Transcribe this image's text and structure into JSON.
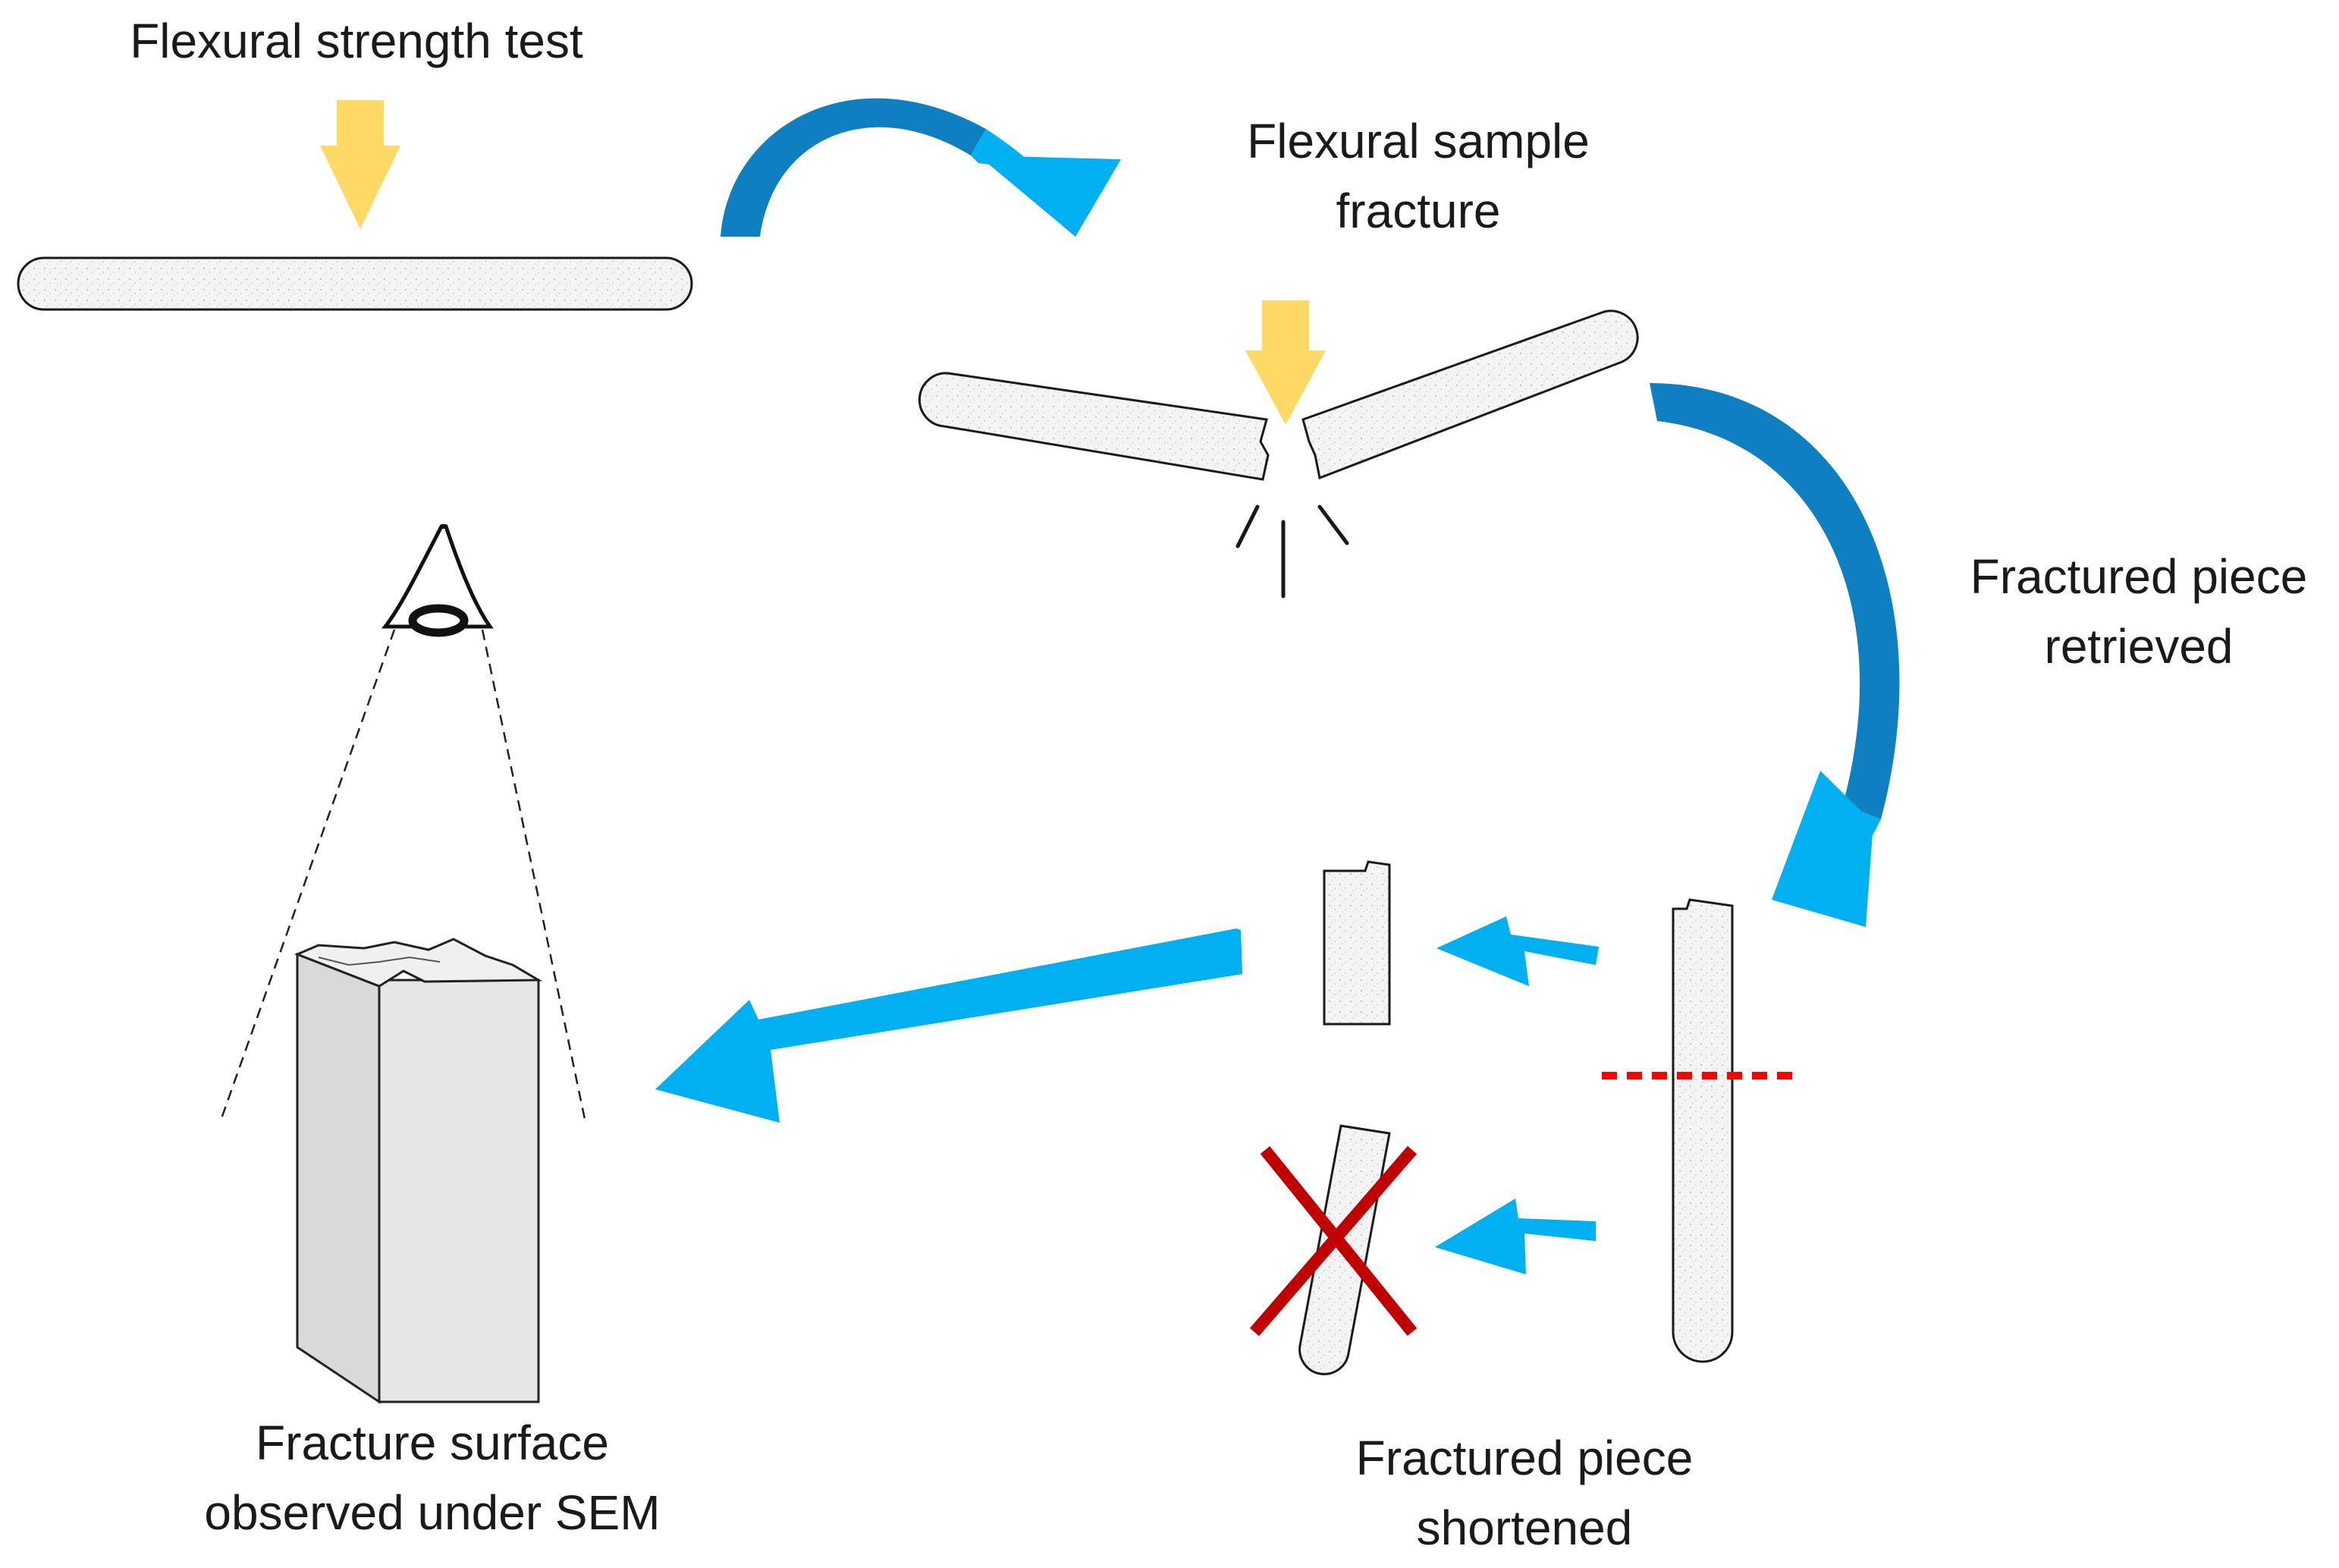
{
  "steps": {
    "test": {
      "label": "Flexural strength test"
    },
    "fracture": {
      "line1": "Flexural sample",
      "line2": "fracture"
    },
    "retrieved": {
      "line1": "Fractured piece",
      "line2": "retrieved"
    },
    "shortened": {
      "line1": "Fractured piece",
      "line2": "shortened"
    },
    "sem": {
      "line1": "Fracture surface",
      "line2": "observed under SEM"
    }
  },
  "colors": {
    "load_arrow": "#ffd966",
    "flow_arrow": "#00b0f0",
    "flow_arrow_dark": "#0e7fc0",
    "specimen_fill": "#f4f4f4",
    "specimen_stroke": "#1a1a1a",
    "cut_line": "#ff0000",
    "discard_cross": "#c00000",
    "block_fill": "#d9d9d9"
  }
}
